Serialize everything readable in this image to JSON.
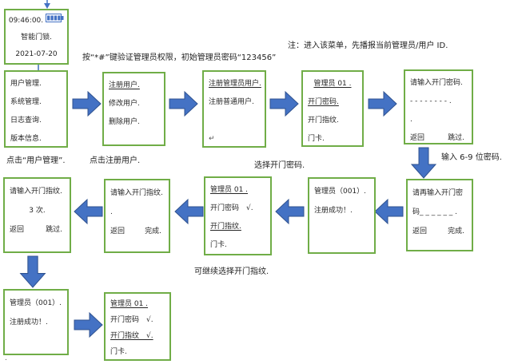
{
  "colors": {
    "box_border": "#70AD47",
    "arrow_fill": "#4472C4",
    "arrow_stroke": "#2F528F",
    "text": "#262626"
  },
  "notes": {
    "auth_hint": "按“*#”键验证管理员权限，初始管理员密码“123456”",
    "menu_note": "注：进入该菜单，先播报当前管理员/用户 ID."
  },
  "home": {
    "time": "09:46:00.",
    "battery_icon": "battery-icon",
    "device": "智能门锁.",
    "date": "2021-07-20"
  },
  "main_menu": {
    "items": [
      "用户管理.",
      "系统管理.",
      "日志查询.",
      "版本信息."
    ],
    "caption": "点击“用户管理”."
  },
  "user_menu": {
    "items": [
      "注册用户.",
      "修改用户.",
      "删除用户."
    ],
    "caption": "点击注册用户."
  },
  "register_type": {
    "items": [
      "注册管理员用户.",
      "注册普通用户."
    ],
    "return_mark": "↵"
  },
  "select_pwd": {
    "title": "管理员 01 .",
    "items": [
      "开门密码.",
      "开门指纹.",
      "门卡."
    ],
    "caption": "选择开门密码."
  },
  "enter_pwd": {
    "lines": [
      "请输入开门密码.",
      "- - - - - - - - .",
      "."
    ],
    "back": "返回",
    "skip": "跳过.",
    "arrow_label": "输入 6-9 位密码."
  },
  "reenter_pwd": {
    "lines": [
      "请再输入开门密",
      "码_ _ _ _ _ _ ."
    ],
    "back": "返回",
    "done": "完成."
  },
  "pwd_success": {
    "lines": [
      "管理员（001）.",
      "注册成功！."
    ]
  },
  "select_fp": {
    "title": "管理员 01 .",
    "items": [
      "开门密码　√.",
      "开门指纹.",
      "门卡."
    ],
    "caption": "可继续选择开门指纹."
  },
  "enter_fp": {
    "lines": [
      "请输入开门指纹.",
      "."
    ],
    "back": "返回",
    "done": "完成."
  },
  "enter_fp_times": {
    "lines": [
      "请输入开门指纹.",
      "3 次."
    ],
    "back": "返回",
    "skip": "跳过."
  },
  "fp_success": {
    "lines": [
      "管理员（001）.",
      "注册成功！."
    ]
  },
  "final_menu": {
    "title": "管理员 01 .",
    "items": [
      "开门密码　√.",
      "开门指纹　√.",
      "门卡."
    ]
  },
  "footer_mark": "."
}
